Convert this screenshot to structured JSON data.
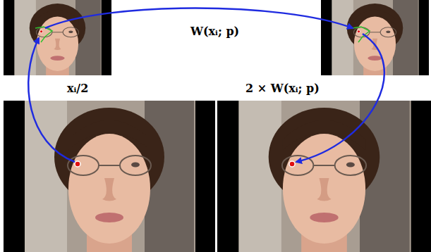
{
  "diagram": {
    "labels": [
      "W(xᵢ; p)",
      "xᵢ/2",
      "2 × W(xᵢ; p)"
    ]
  }
}
